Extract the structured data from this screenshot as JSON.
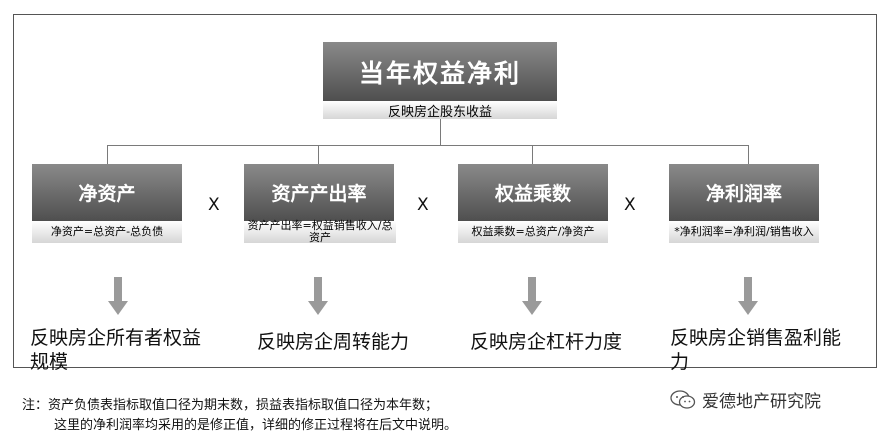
{
  "root": {
    "title": "当年权益净利",
    "subtitle": "反映房企股东收益"
  },
  "factors": [
    {
      "title": "净资产",
      "formula": "净资产=总资产-总负债",
      "description": "反映房企所有者权益规模"
    },
    {
      "title": "资产产出率",
      "formula": "资产产出率=权益销售收入/总资产",
      "description": "反映房企周转能力"
    },
    {
      "title": "权益乘数",
      "formula": "权益乘数=总资产/净资产",
      "description": "反映房企杠杆力度"
    },
    {
      "title": "净利润率",
      "formula": "*净利润率=净利润/销售收入",
      "description": "反映房企销售盈利能力"
    }
  ],
  "operator": "X",
  "notes": {
    "line1": "注：资产负债表指标取值口径为期末数，损益表指标取值口径为本年数；",
    "line2": "这里的净利润率均采用的是修正值，详细的修正过程将在后文中说明。"
  },
  "watermark": {
    "text": "爱德地产研究院",
    "icon": "wechat-icon"
  }
}
